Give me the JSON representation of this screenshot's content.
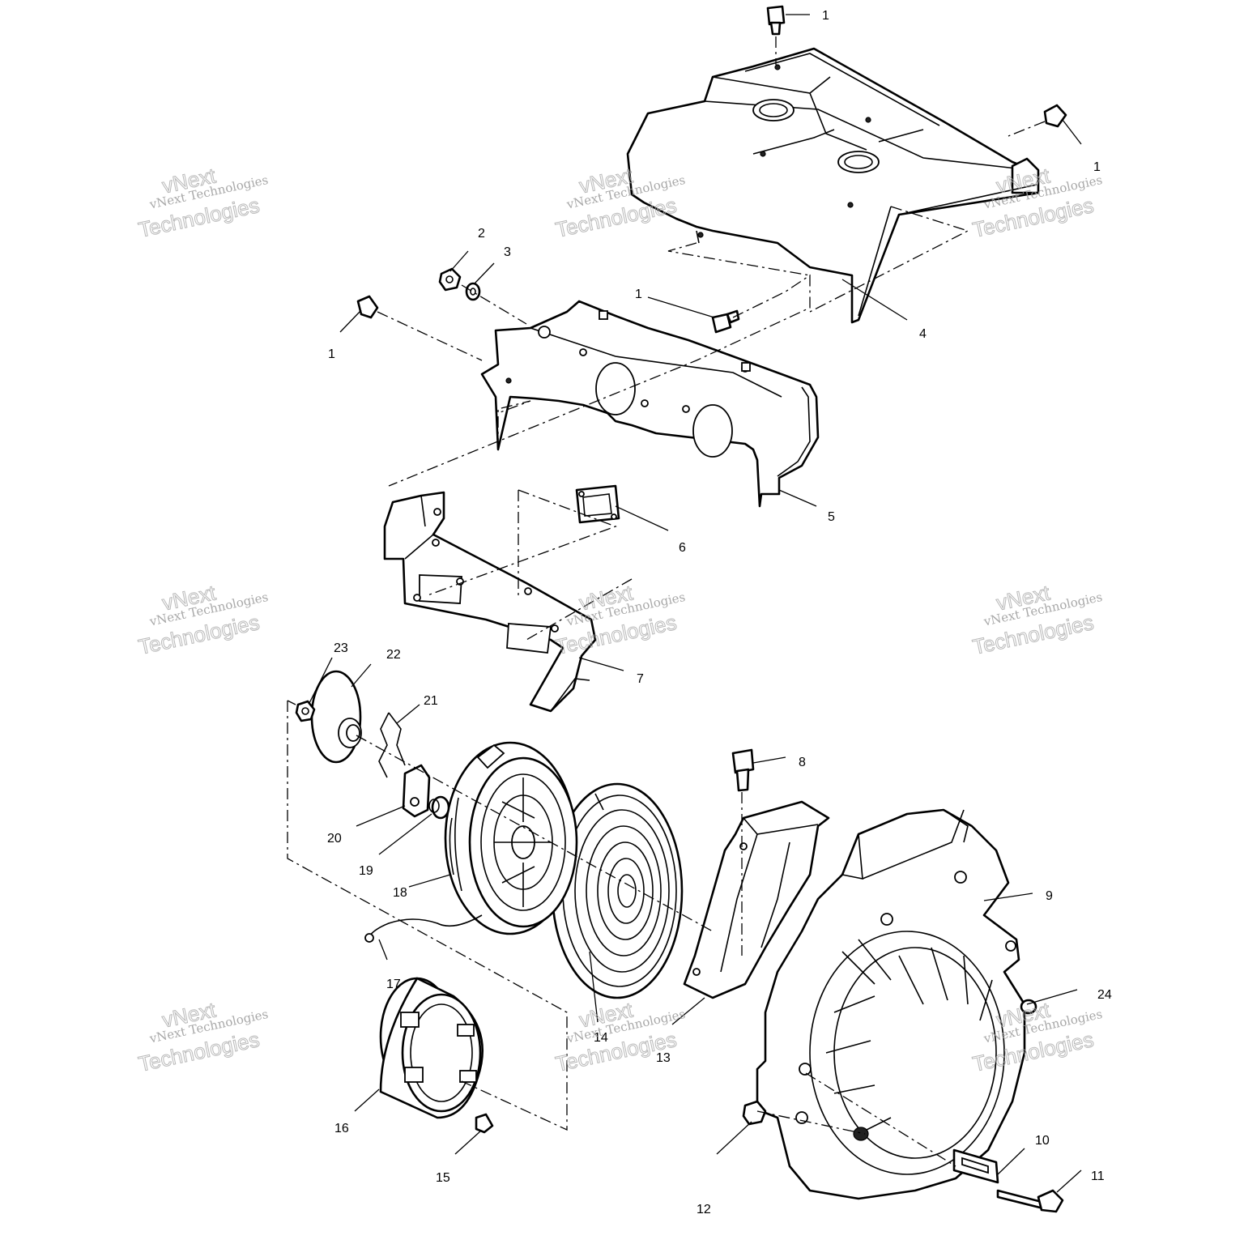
{
  "diagram": {
    "callouts": [
      {
        "id": "c1a",
        "label": "1"
      },
      {
        "id": "c1b",
        "label": "1"
      },
      {
        "id": "c1c",
        "label": "1"
      },
      {
        "id": "c1d",
        "label": "1"
      },
      {
        "id": "c2",
        "label": "2"
      },
      {
        "id": "c3",
        "label": "3"
      },
      {
        "id": "c4",
        "label": "4"
      },
      {
        "id": "c5",
        "label": "5"
      },
      {
        "id": "c6",
        "label": "6"
      },
      {
        "id": "c7",
        "label": "7"
      },
      {
        "id": "c8",
        "label": "8"
      },
      {
        "id": "c9",
        "label": "9"
      },
      {
        "id": "c10",
        "label": "10"
      },
      {
        "id": "c11",
        "label": "11"
      },
      {
        "id": "c12",
        "label": "12"
      },
      {
        "id": "c13",
        "label": "13"
      },
      {
        "id": "c14",
        "label": "14"
      },
      {
        "id": "c15",
        "label": "15"
      },
      {
        "id": "c16",
        "label": "16"
      },
      {
        "id": "c17",
        "label": "17"
      },
      {
        "id": "c18",
        "label": "18"
      },
      {
        "id": "c19",
        "label": "19"
      },
      {
        "id": "c20",
        "label": "20"
      },
      {
        "id": "c21",
        "label": "21"
      },
      {
        "id": "c22",
        "label": "22"
      },
      {
        "id": "c23",
        "label": "23"
      },
      {
        "id": "c24",
        "label": "24"
      }
    ]
  },
  "watermark": {
    "line1": "vNext Technologies",
    "line2": "vNext",
    "line3": "Technologies"
  }
}
